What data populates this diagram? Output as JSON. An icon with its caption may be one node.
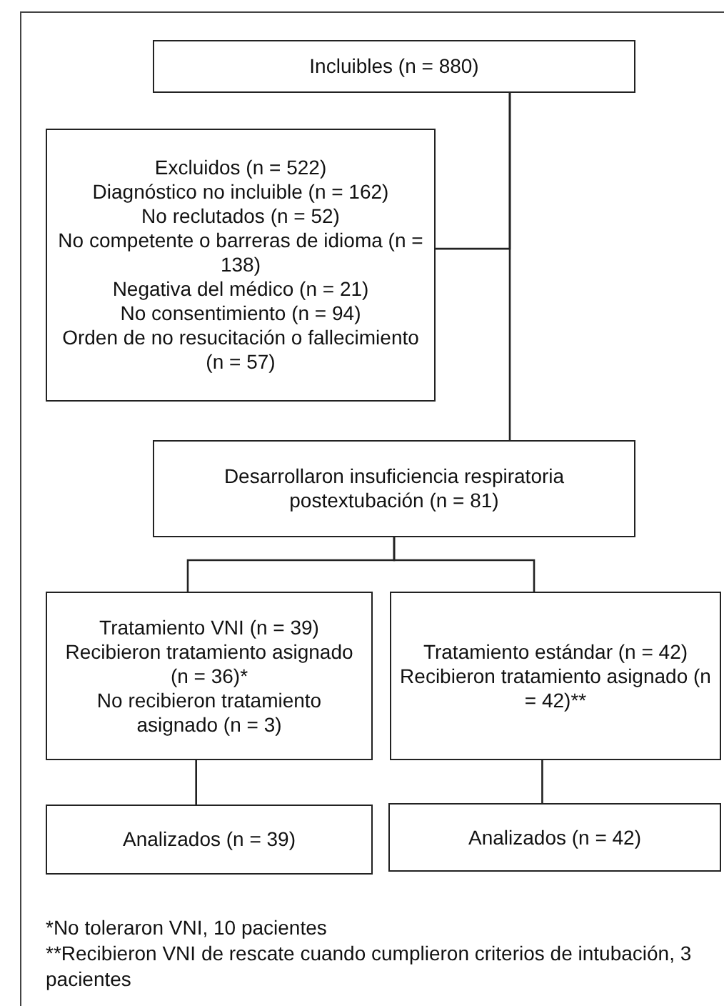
{
  "diagram": {
    "nodes": [
      {
        "text": [
          "Incluibles (n = 880)"
        ]
      },
      {
        "text": [
          "Excluidos (n = 522)",
          "Diagnóstico no incluible (n = 162)",
          "No reclutados (n = 52)",
          "No competente o barreras de idioma (n = 138)",
          "Negativa del médico (n = 21)",
          "No consentimiento (n = 94)",
          "Orden de no resucitación o fallecimiento (n = 57)"
        ]
      },
      {
        "text": [
          "Desarrollaron insuficiencia respiratoria postextubación (n = 81)"
        ]
      },
      {
        "text": [
          "Tratamiento VNI (n = 39)",
          "Recibieron tratamiento asignado (n = 36)*",
          "No recibieron tratamiento asignado (n = 3)"
        ]
      },
      {
        "text": [
          "Tratamiento estándar (n = 42)",
          "Recibieron tratamiento asignado (n = 42)**"
        ]
      },
      {
        "text": [
          "Analizados (n = 39)"
        ]
      },
      {
        "text": [
          "Analizados (n = 42)"
        ]
      }
    ],
    "edges": [
      {
        "from": 0,
        "to": 1,
        "arrow": "none"
      },
      {
        "from": 0,
        "to": 2,
        "arrow": "none"
      },
      {
        "from": 2,
        "to": 3,
        "arrow": "none"
      },
      {
        "from": 2,
        "to": 4,
        "arrow": "none"
      },
      {
        "from": 3,
        "to": 5,
        "arrow": "none"
      },
      {
        "from": 4,
        "to": 6,
        "arrow": "none"
      }
    ],
    "labels": [
      "*No toleraron VNI, 10 pacientes",
      "**Recibieron VNI de rescate cuando cumplieron criterios de intubación, 3 pacientes"
    ]
  }
}
